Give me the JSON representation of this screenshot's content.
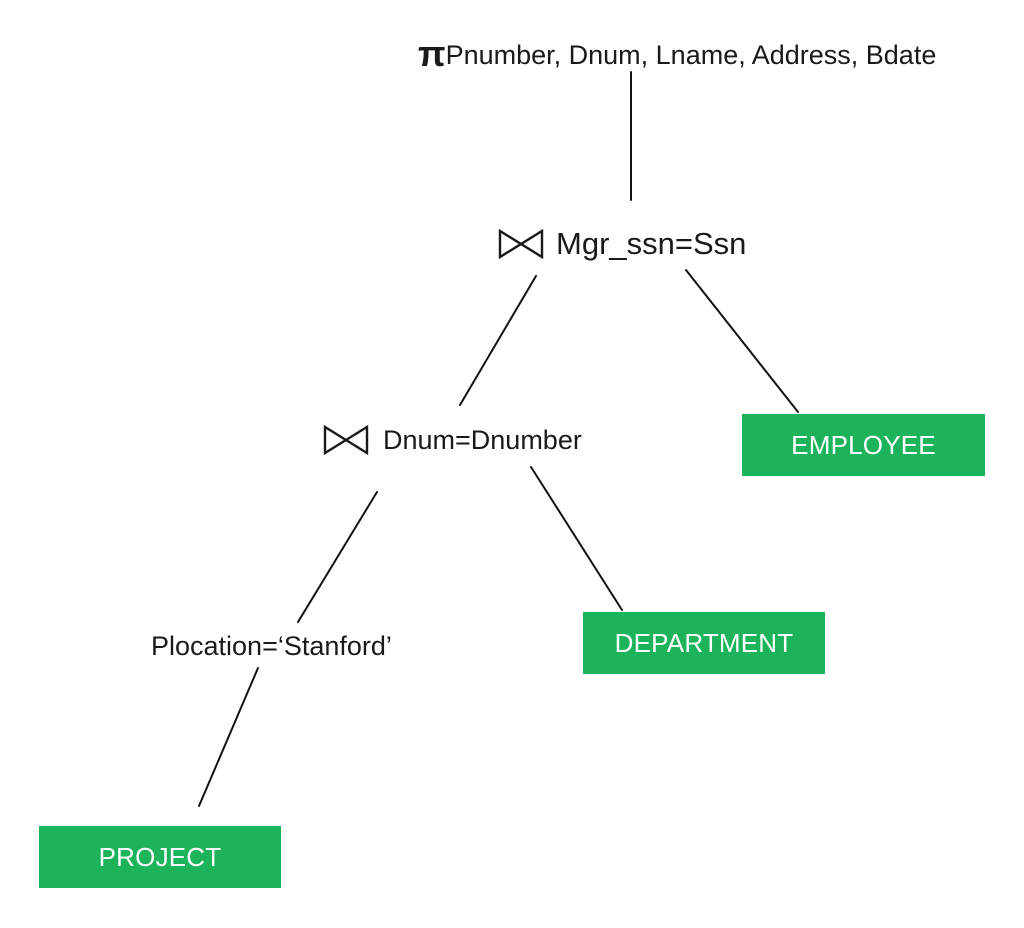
{
  "colors": {
    "relation_box": "#1db35a",
    "relation_text": "#ffffff",
    "edge": "#111111",
    "text": "#1a1a1a"
  },
  "projection": {
    "symbol": "π",
    "attributes": "Pnumber, Dnum, Lname, Address, Bdate"
  },
  "join_top": {
    "symbol_icon": "bowtie-join-icon",
    "condition": "Mgr_ssn=Ssn"
  },
  "join_bottom": {
    "symbol_icon": "bowtie-join-icon",
    "condition": "Dnum=Dnumber"
  },
  "selection": {
    "condition": "Plocation=‘Stanford’"
  },
  "relations": {
    "employee": "EMPLOYEE",
    "department": "DEPARTMENT",
    "project": "PROJECT"
  }
}
